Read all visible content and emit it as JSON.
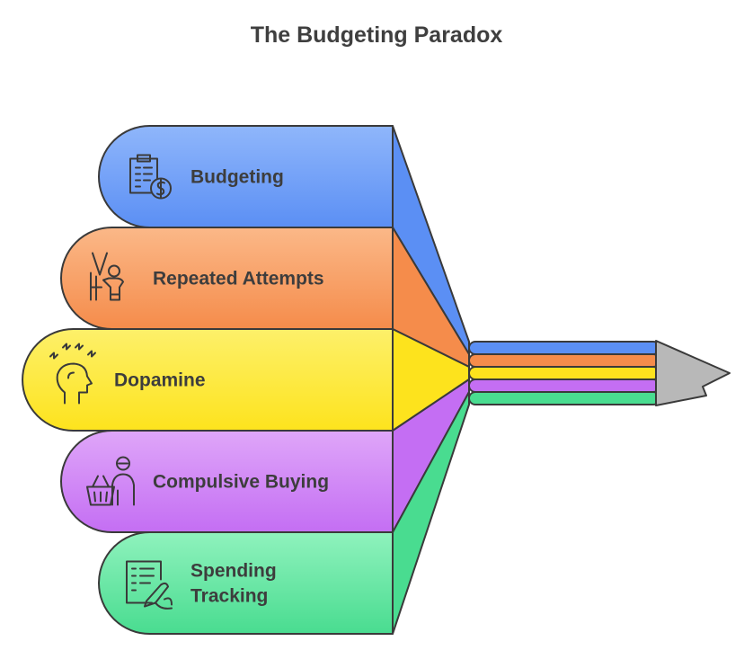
{
  "title": "The Budgeting Paradox",
  "items": [
    {
      "label_lines": [
        "Budgeting"
      ],
      "icon": "clipboard-dollar-icon",
      "color": "#5b8ff4",
      "color_light": "#8fb6fb"
    },
    {
      "label_lines": [
        "Repeated Attempts"
      ],
      "icon": "person-climbing-icon",
      "color": "#f58c4b",
      "color_light": "#fbb888"
    },
    {
      "label_lines": [
        "Dopamine"
      ],
      "icon": "head-sparks-icon",
      "color": "#fde31d",
      "color_light": "#fdf06a"
    },
    {
      "label_lines": [
        "Compulsive Buying"
      ],
      "icon": "person-basket-icon",
      "color": "#c46ef3",
      "color_light": "#dfa6f9"
    },
    {
      "label_lines": [
        "Spending",
        "Tracking"
      ],
      "icon": "list-writing-icon",
      "color": "#49dc90",
      "color_light": "#8ff2bd"
    }
  ],
  "tip_color": "#b8b8b8"
}
